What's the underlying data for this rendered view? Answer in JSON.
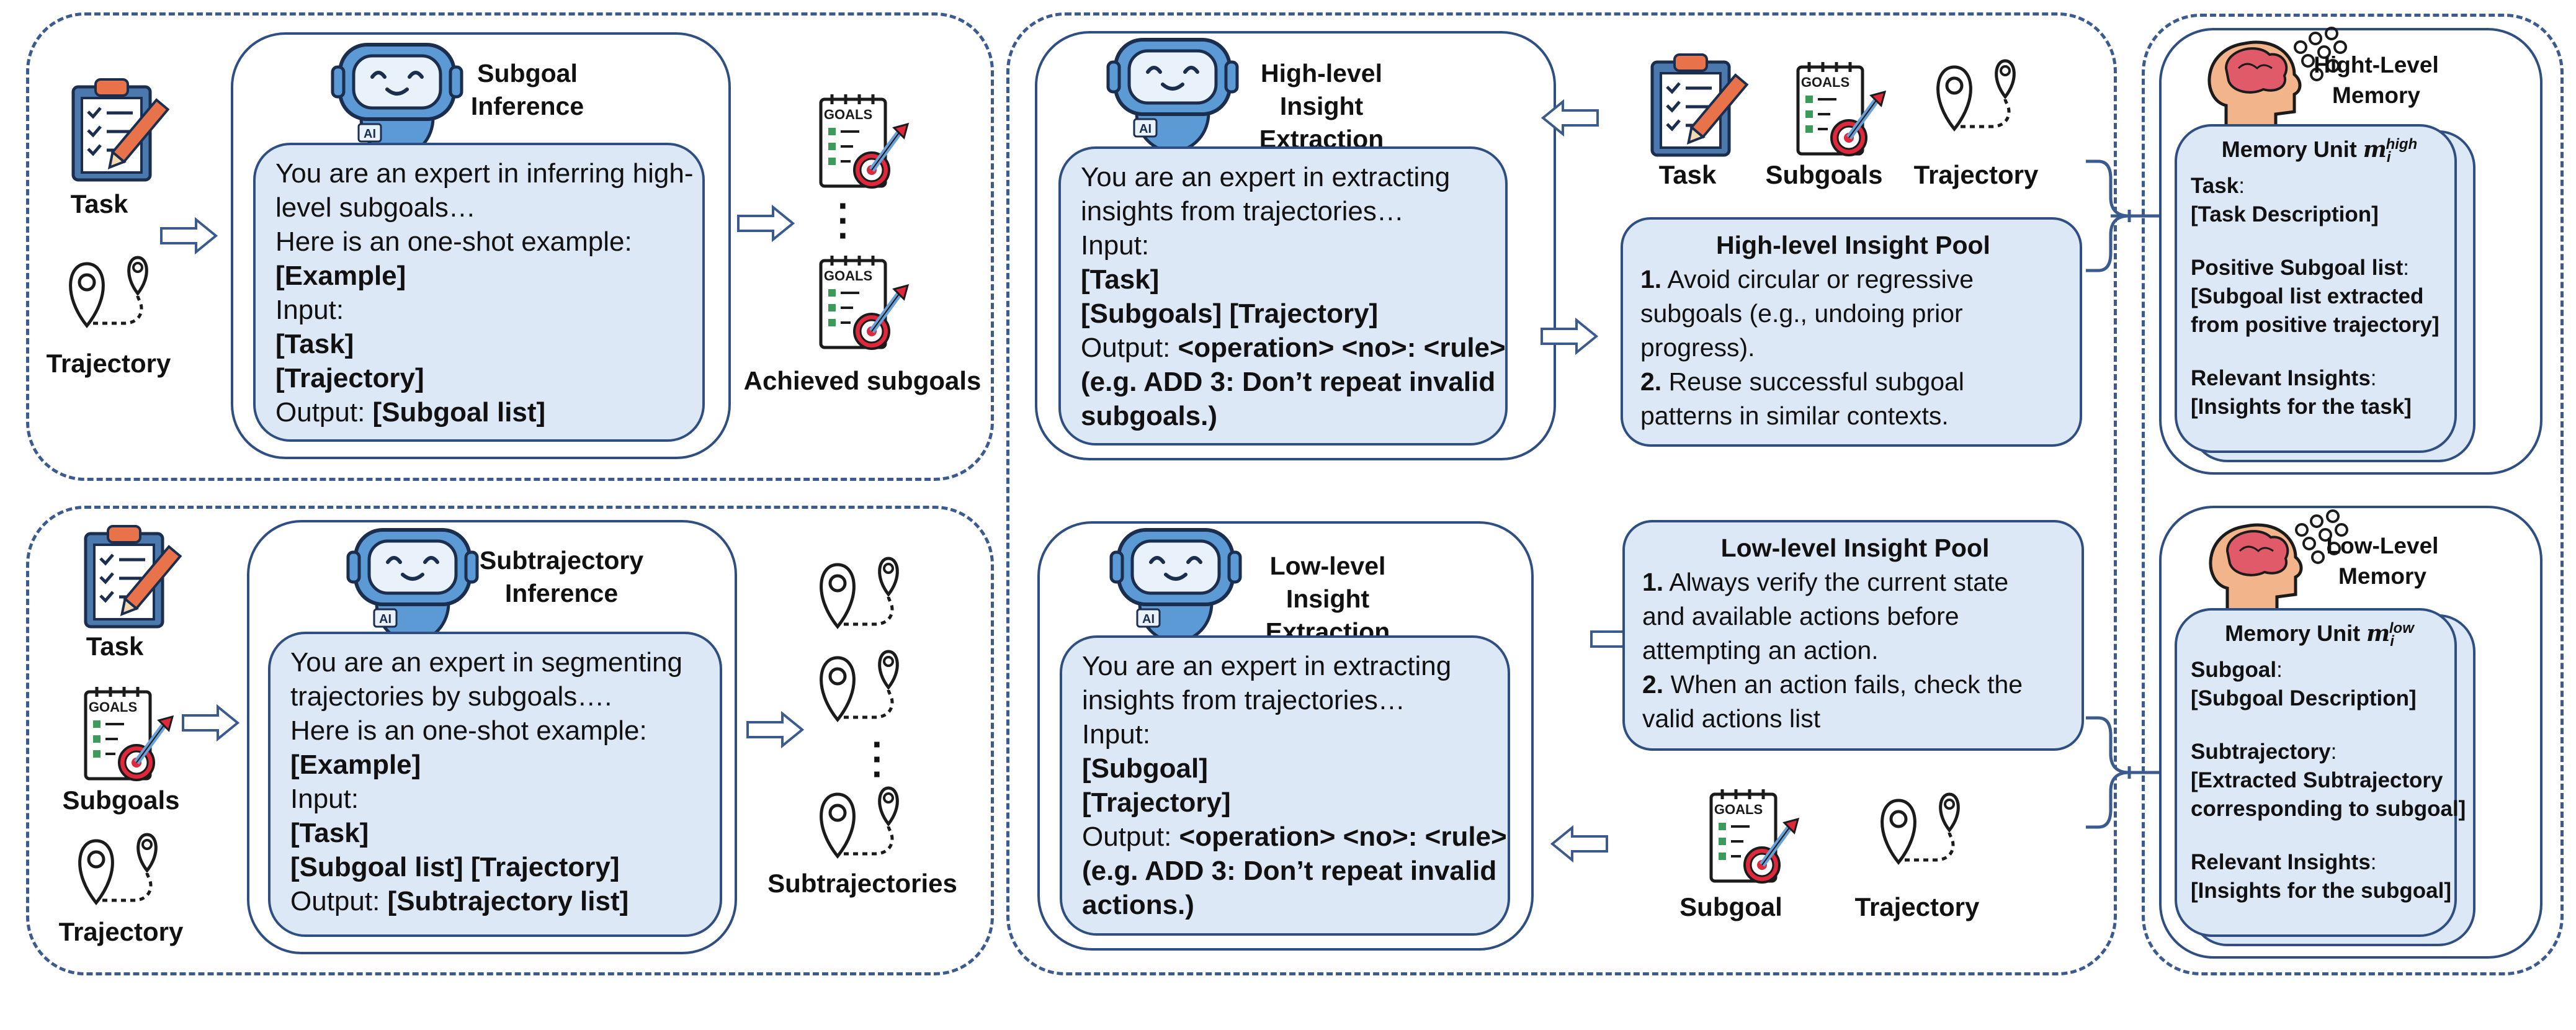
{
  "subgoal_inference": {
    "title": "Subgoal Inference",
    "input_labels": {
      "task": "Task",
      "trajectory": "Trajectory"
    },
    "output_label": "Achieved subgoals",
    "prompt": [
      {
        "text": "You are an expert in inferring high-",
        "bold": false
      },
      {
        "text": "level subgoals…",
        "bold": false
      },
      {
        "text": "Here is an one-shot example:",
        "bold": false
      },
      {
        "text": "[Example]",
        "bold": true
      },
      {
        "text": "Input:",
        "bold": false
      },
      {
        "text": "[Task]",
        "bold": true
      },
      {
        "text": "[Trajectory]",
        "bold": true
      },
      {
        "prefix": "Output: ",
        "text": "[Subgoal list]",
        "bold": true
      }
    ]
  },
  "subtrajectory_inference": {
    "title": "Subtrajectory Inference",
    "input_labels": {
      "task": "Task",
      "subgoals": "Subgoals",
      "trajectory": "Trajectory"
    },
    "output_label": "Subtrajectories",
    "prompt": [
      {
        "text": "You are an expert in segmenting",
        "bold": false
      },
      {
        "text": "trajectories by subgoals….",
        "bold": false
      },
      {
        "text": "Here is an one-shot example:",
        "bold": false
      },
      {
        "text": "[Example]",
        "bold": true
      },
      {
        "text": "Input:",
        "bold": false
      },
      {
        "text": "[Task]",
        "bold": true
      },
      {
        "text": "[Subgoal list]  [Trajectory]",
        "bold": true
      },
      {
        "prefix": "Output: ",
        "text": "[Subtrajectory list]",
        "bold": true
      }
    ]
  },
  "high_level_extraction": {
    "title": "High-level Insight Extraction",
    "input_labels": {
      "task": "Task",
      "subgoals": "Subgoals",
      "trajectory": "Trajectory"
    },
    "prompt": [
      {
        "text": "You are an expert in extracting",
        "bold": false
      },
      {
        "text": "insights from trajectories…",
        "bold": false
      },
      {
        "text": "Input:",
        "bold": false
      },
      {
        "text": "[Task]",
        "bold": true
      },
      {
        "text": "[Subgoals] [Trajectory]",
        "bold": true
      },
      {
        "prefix": "Output: ",
        "text": "<operation> <no>: <rule>",
        "bold": true
      },
      {
        "text": "(e.g. ADD 3: Don’t repeat invalid",
        "bold": true
      },
      {
        "text": "subgoals.)",
        "bold": true
      }
    ]
  },
  "low_level_extraction": {
    "title": "Low-level Insight Extraction",
    "input_labels": {
      "subgoal": "Subgoal",
      "trajectory": "Trajectory"
    },
    "prompt": [
      {
        "text": "You are an expert in extracting",
        "bold": false
      },
      {
        "text": "insights from trajectories…",
        "bold": false
      },
      {
        "text": "Input:",
        "bold": false
      },
      {
        "text": "[Subgoal]",
        "bold": true
      },
      {
        "text": "[Trajectory]",
        "bold": true
      },
      {
        "prefix": "Output: ",
        "text": "<operation> <no>: <rule>",
        "bold": true
      },
      {
        "text": "(e.g. ADD 3: Don’t repeat invalid",
        "bold": true
      },
      {
        "text": "actions.)",
        "bold": true
      }
    ]
  },
  "high_level_pool": {
    "title": "High-level Insight Pool",
    "lines": [
      {
        "num": "1.",
        "text": " Avoid circular or regressive"
      },
      {
        "num": "",
        "text": "subgoals (e.g., undoing prior"
      },
      {
        "num": "",
        "text": "progress)."
      },
      {
        "num": "2.",
        "text": " Reuse successful subgoal"
      },
      {
        "num": "",
        "text": "patterns in similar contexts."
      }
    ]
  },
  "low_level_pool": {
    "title": "Low-level Insight Pool",
    "lines": [
      {
        "num": "1.",
        "text": " Always verify the current state"
      },
      {
        "num": "",
        "text": "and available actions before"
      },
      {
        "num": "",
        "text": "attempting an action."
      },
      {
        "num": "2.",
        "text": " When an action fails, check the"
      },
      {
        "num": "",
        "text": "valid actions list"
      }
    ]
  },
  "high_memory": {
    "title": "Hight-Level Memory",
    "unit_title": "Memory Unit ",
    "unit_var": "m",
    "unit_sub": "i",
    "unit_sup": "high",
    "task_label": "Task",
    "task_value": "[Task Description]",
    "positive_label": "Positive Subgoal list",
    "positive_value_1": "[Subgoal list extracted",
    "positive_value_2": "from positive trajectory]",
    "insights_label": "Relevant Insights",
    "insights_value": "[Insights for the task]"
  },
  "low_memory": {
    "title": "Low-Level Memory",
    "unit_title": "Memory Unit ",
    "unit_var": "m",
    "unit_sub": "i",
    "unit_sup": "low",
    "subgoal_label": "Subgoal",
    "subgoal_value": "[Subgoal Description]",
    "subtraj_label": "Subtrajectory",
    "subtraj_value_1": "[Extracted Subtrajectory",
    "subtraj_value_2": "corresponding to subgoal]",
    "insights_label": "Relevant Insights",
    "insights_value": "[Insights for the subgoal]"
  },
  "colors": {
    "border": "#2f4f82",
    "fill": "#dce8f5",
    "dash": "#3b5b8f"
  },
  "icons": [
    "robot-icon",
    "clipboard-icon",
    "location-pin-icon",
    "goals-checklist-icon",
    "brain-icon",
    "hollow-arrow-icon",
    "curly-brace-icon"
  ]
}
